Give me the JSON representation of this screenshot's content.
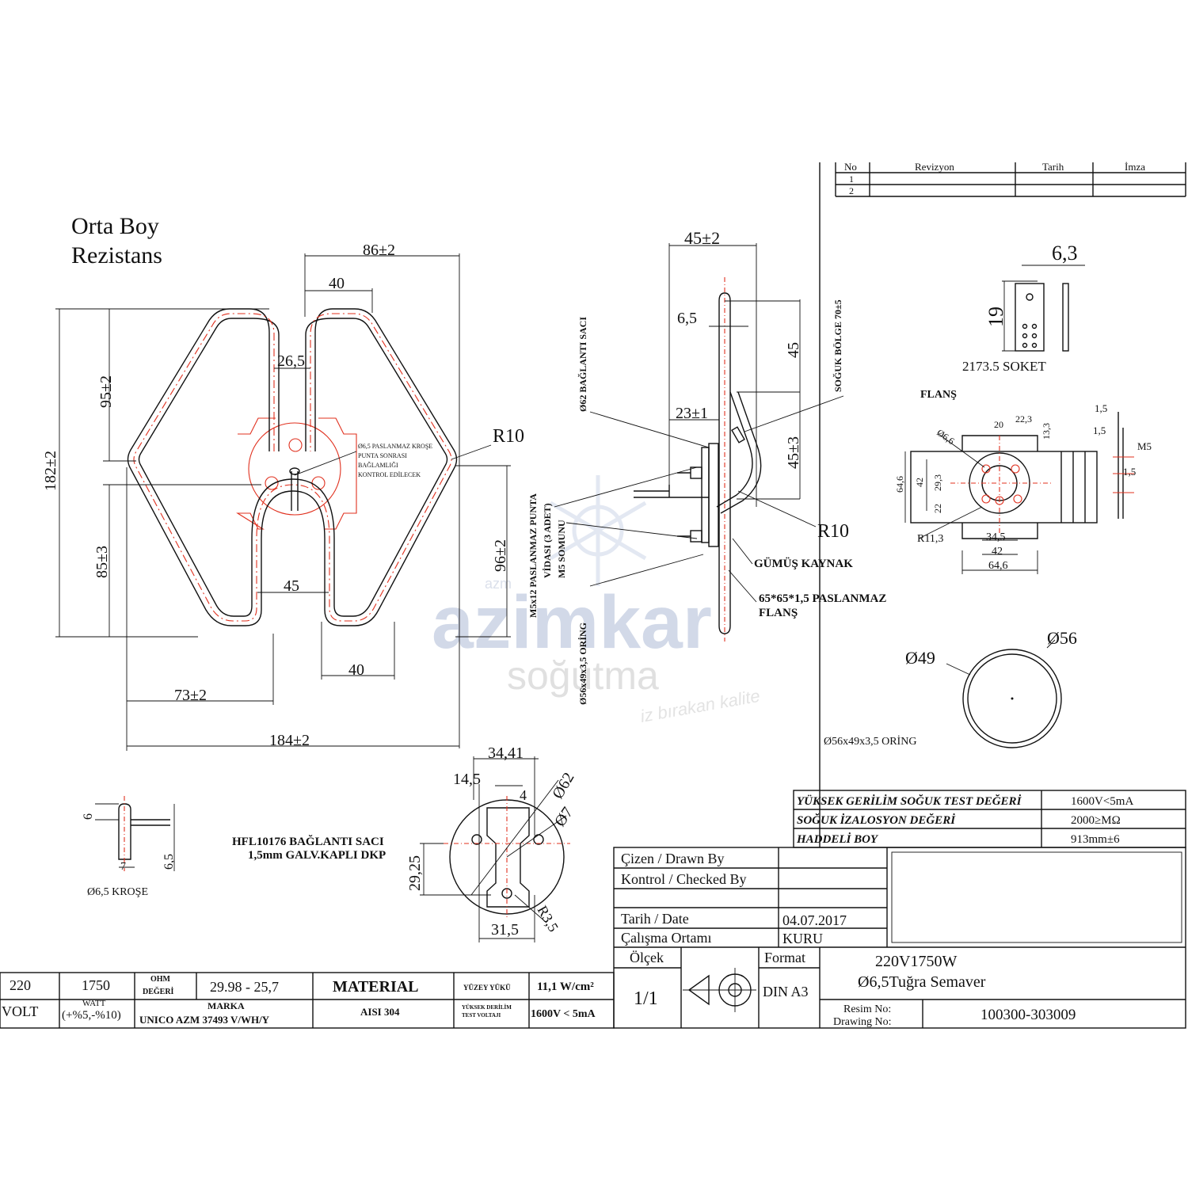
{
  "title": {
    "line1": "Orta Boy",
    "line2": "Rezistans"
  },
  "revision_table": {
    "headers": [
      "No",
      "Revizyon",
      "Tarih",
      "İmza"
    ],
    "rows": [
      "1",
      "2"
    ]
  },
  "heater_dims": {
    "d86": "86±2",
    "d40a": "40",
    "d26": "26,5",
    "d95": "95±2",
    "d182": "182±2",
    "d85": "85±3",
    "d45": "45",
    "d96": "96±2",
    "d40b": "40",
    "d73": "73±2",
    "d184": "184±2",
    "r10": "R10",
    "note": [
      "Ø6,5 PASLANMAZ KROŞE",
      "PUNTA SONRASI",
      "BAĞLAMLIĞI",
      "KONTROL EDİLECEK"
    ]
  },
  "side_view": {
    "d45": "45±2",
    "d65": "6,5",
    "d45b": "45",
    "d23": "23±1",
    "d453": "45±3",
    "r10": "R10",
    "lbl_saci": "Ø62 BAĞLANTI SACI",
    "lbl_soguk": "SOĞUK BÖLGE 70±5",
    "lbl_m5": [
      "M5x12 PASLANMAZ PUNTA",
      "VİDASI (3 ADET)",
      "M5 SOMUNU"
    ],
    "lbl_oring": "Ø56x49x3,5 ORİNG",
    "lbl_gumus": "GÜMÜŞ KAYNAK",
    "lbl_flans": [
      "65*65*1,5 PASLANMAZ",
      "FLANŞ"
    ]
  },
  "socket": {
    "d63": "6,3",
    "d19": "19",
    "label": "2173.5 SOKET"
  },
  "flange": {
    "title": "FLANŞ",
    "dims": [
      "Ø6,6",
      "20",
      "22,3",
      "13,3",
      "64,6",
      "42",
      "29,3",
      "22",
      "R11,3",
      "34,5",
      "42",
      "64,6",
      "1,5",
      "1,5",
      "M5",
      "1,5"
    ]
  },
  "oring": {
    "d49": "Ø49",
    "d56": "Ø56",
    "label": "Ø56x49x3,5  ORİNG"
  },
  "krose": {
    "d6": "6",
    "d65": "6,5",
    "d7": "7",
    "label": "Ø6,5 KROŞE"
  },
  "plate": {
    "d3441": "34,41",
    "d145": "14,5",
    "d62": "Ø62",
    "d7": "Ø7",
    "d4": "4",
    "d2925": "29,25",
    "d315": "31,5",
    "r35": "R3,5",
    "label": [
      "HFL10176 BAĞLANTI SACI",
      "1,5mm GALV.KAPLI DKP"
    ]
  },
  "tests": [
    {
      "name": "YÜKSEK GERİLİM SOĞUK TEST DEĞERİ",
      "value": "1600V<5mA"
    },
    {
      "name": "SOĞUK İZALOSYON DEĞERİ",
      "value": "2000≥MΩ"
    },
    {
      "name": "HADDELİ BOY",
      "value": "913mm±6"
    }
  ],
  "title_block": {
    "drawn": "Çizen / Drawn By",
    "checked": "Kontrol / Checked By",
    "date_lbl": "Tarih / Date",
    "date_val": "04.07.2017",
    "env_lbl": "Çalışma Ortamı",
    "env_val": "KURU",
    "scale_lbl": "Ölçek",
    "scale_val": "1/1",
    "format_lbl": "Format",
    "format_val": "DIN A3",
    "product1": "220V1750W",
    "product2": "Ø6,5Tuğra Semaver",
    "drawing_lbl1": "Resim No:",
    "drawing_lbl2": "Drawing  No:",
    "drawing_no": "100300-303009"
  },
  "spec_row": {
    "volt_val": "220",
    "volt_lbl": "VOLT",
    "watt_val": "1750",
    "watt_lbl": "WATT",
    "watt_tol": "(+%5,-%10)",
    "ohm_lbl1": "OHM",
    "ohm_lbl2": "DEĞERİ",
    "ohm_val": "29.98 - 25,7",
    "marka_lbl": "MARKA",
    "marka_val": "UNICO AZM 37493 V/WH/Y",
    "material_lbl": "MATERIAL",
    "material_val": "AISI 304",
    "load_lbl": "YÜZEY YÜKÜ",
    "load_val": "11,1 W/cm²",
    "tv_lbl1": "YÜKSEK DERİLİM",
    "tv_lbl2": "TEST VOLTAJI",
    "tv_val": "1600V < 5mA"
  },
  "watermark": {
    "small": "azm",
    "brand": "azimkar",
    "sub": "soğutma",
    "slogan": "iz bırakan kalite"
  }
}
